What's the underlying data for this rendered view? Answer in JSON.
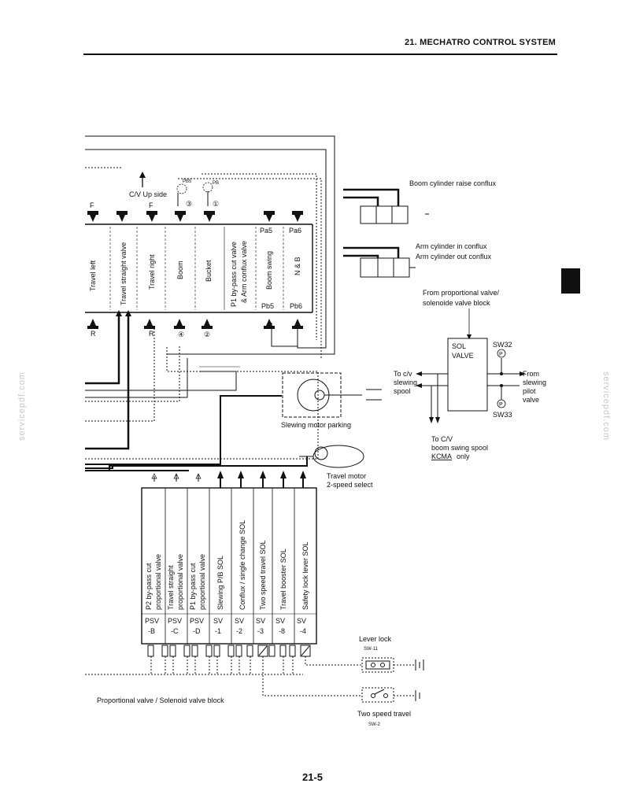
{
  "header": {
    "section_title": "21. MECHATRO CONTROL SYSTEM"
  },
  "page_number": "21-5",
  "watermark": "servicepdf.com",
  "control_valve": {
    "top_labels": {
      "cv_up_side": "C/V Up side",
      "pb5": "PB5",
      "pb": "PB",
      "c3": "③",
      "c1": "①"
    },
    "port_F": "F",
    "port_R": "R",
    "port_4": "④",
    "port_2": "②",
    "ports": {
      "pa5": "Pa5",
      "pa6": "Pa6",
      "pb5": "Pb5",
      "pb6": "Pb6"
    },
    "spools": [
      {
        "label": "Travel left"
      },
      {
        "label": "Travel straight valve"
      },
      {
        "label": "Travel right"
      },
      {
        "label": "Boom"
      },
      {
        "label": "Bucket"
      },
      {
        "label": "P1 by-pass cut valve"
      },
      {
        "label": "& Arm conflux valve"
      },
      {
        "label": "Boom  swing"
      },
      {
        "label": "N & B"
      }
    ]
  },
  "annotations": {
    "boom_raise": "Boom cylinder raise conflux",
    "arm_in": "Arm cylinder in conflux",
    "arm_out": "Arm cylinder out conflux",
    "from_prop_1": "From proportional valve/",
    "from_prop_2": "solenoide valve block",
    "sol_valve_1": "SOL",
    "sol_valve_2": "VALVE",
    "sw32": "SW32",
    "sw33": "SW33",
    "p_symbol": "P",
    "to_cv_1": "To c/v",
    "to_cv_2": "slewing",
    "to_cv_3": "spool",
    "from_1": "From",
    "from_2": "slewing",
    "from_3": "pilot",
    "from_4": "valve",
    "to_boom_1": "To C/V",
    "to_boom_2": "boom swing spool",
    "to_boom_3": "KCMA",
    "to_boom_4": "only",
    "slew_park": "Slewing motor parking",
    "travel_motor_1": "Travel motor",
    "travel_motor_2": "2-speed select",
    "lever_lock": "Lever lock",
    "lever_lock_sw": "SW-11",
    "two_speed": "Two speed travel",
    "two_speed_sw": "SW-2",
    "block_label": "Proportional valve / Solenoid valve block"
  },
  "valve_block": {
    "valves": [
      {
        "name": "P2 by-pass cut",
        "name2": "proportional valve",
        "type": "PSV",
        "code": "-B"
      },
      {
        "name": "Travel straight",
        "name2": "proportional valve",
        "type": "PSV",
        "code": "-C"
      },
      {
        "name": "P1 by-pass cut",
        "name2": "proportional valve",
        "type": "PSV",
        "code": "-D"
      },
      {
        "name": "Slewing P/B SOL",
        "name2": "",
        "type": "SV",
        "code": "-1"
      },
      {
        "name": "Conflux / single change SOL",
        "name2": "",
        "type": "SV",
        "code": "-2"
      },
      {
        "name": "Two speed travel SOL",
        "name2": "",
        "type": "SV",
        "code": "-3"
      },
      {
        "name": "Travel booster SOL",
        "name2": "",
        "type": "SV",
        "code": "-8"
      },
      {
        "name": "Safety lock lever SOL",
        "name2": "",
        "type": "SV",
        "code": "-4"
      }
    ]
  }
}
